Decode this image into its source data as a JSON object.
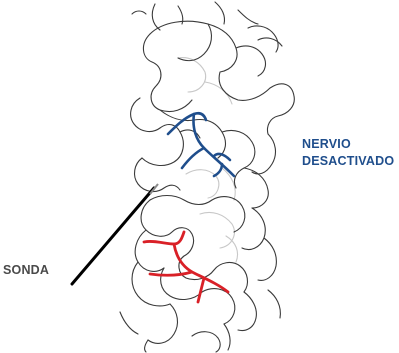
{
  "labels": {
    "nerve_line1": "NERVIO",
    "nerve_line2": "DESACTIVADO",
    "probe": "SONDA"
  },
  "colors": {
    "outline": "#3a3a3a",
    "ghost_outline": "#c8c8c8",
    "nerve_deactivated": "#1f4e8c",
    "nerve_active": "#d92027",
    "probe": "#000000",
    "nerve_label": "#1f4e8c",
    "probe_label": "#4a4a4a"
  }
}
